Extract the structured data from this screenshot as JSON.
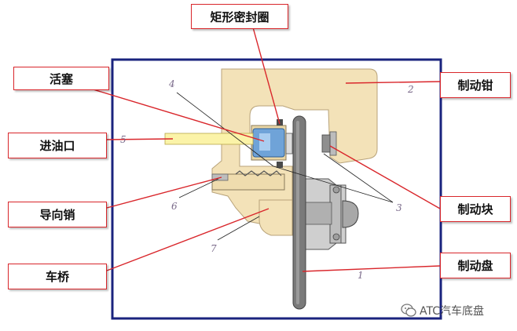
{
  "labels": {
    "seal_ring": "矩形密封圈",
    "piston": "活塞",
    "oil_inlet": "进油口",
    "guide_pin": "导向销",
    "axle": "车桥",
    "caliper": "制动钳",
    "pad": "制动块",
    "disc": "制动盘"
  },
  "numbers": {
    "n1": "1",
    "n2": "2",
    "n3": "3",
    "n4": "4",
    "n5": "5",
    "n6": "6",
    "n7": "7"
  },
  "watermark": {
    "text": "ATC汽车底盘",
    "icon": "wechat-icon"
  },
  "colors": {
    "frame": "#1a237e",
    "label_border": "#d9262b",
    "leader": "#d9262b",
    "caliper_fill": "#f3e2b8",
    "disc_fill": "#7a7a7a",
    "piston_fill": "#6fa3d8",
    "inlet_fill": "#fbf3a8"
  }
}
